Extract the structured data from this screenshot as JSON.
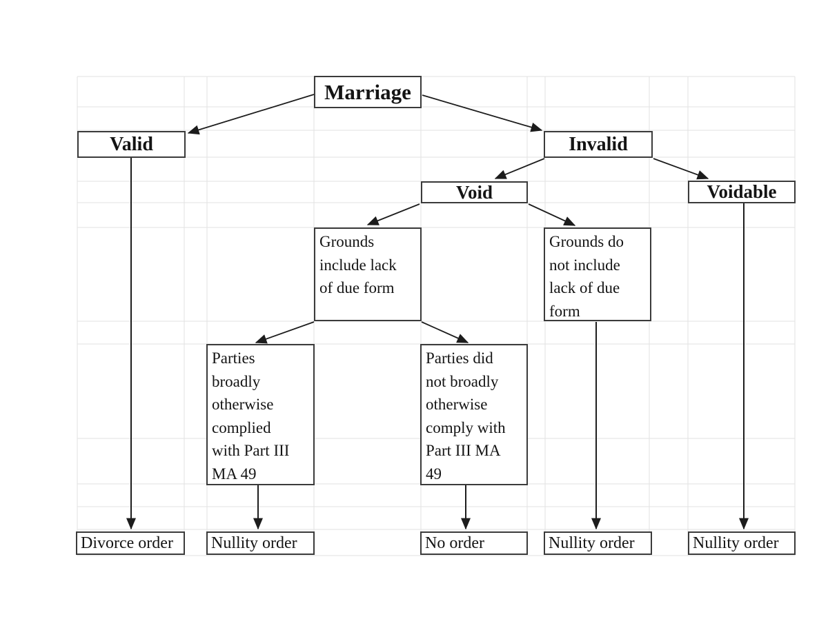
{
  "diagram": {
    "title": "Marriage validity flowchart",
    "nodes": {
      "marriage": {
        "label": "Marriage"
      },
      "valid": {
        "label": "Valid"
      },
      "invalid": {
        "label": "Invalid"
      },
      "void": {
        "label": "Void"
      },
      "voidable": {
        "label": "Voidable"
      },
      "grounds_include": {
        "label": "Grounds\ninclude lack\nof due form"
      },
      "grounds_not_include": {
        "label": "Grounds do\nnot include\nlack of due\nform"
      },
      "parties_complied": {
        "label": "Parties\nbroadly\notherwise\ncomplied\nwith Part III\nMA 49"
      },
      "parties_not_comply": {
        "label": "Parties did\nnot broadly\notherwise\ncomply with\nPart III MA\n49"
      },
      "divorce_order": {
        "label": "Divorce order"
      },
      "nullity_order_left": {
        "label": "Nullity order"
      },
      "no_order": {
        "label": "No order"
      },
      "nullity_order_mid": {
        "label": "Nullity order"
      },
      "nullity_order_right": {
        "label": "Nullity order"
      }
    },
    "edges": [
      {
        "from": "marriage",
        "to": "valid"
      },
      {
        "from": "marriage",
        "to": "invalid"
      },
      {
        "from": "invalid",
        "to": "void"
      },
      {
        "from": "invalid",
        "to": "voidable"
      },
      {
        "from": "void",
        "to": "grounds_include"
      },
      {
        "from": "void",
        "to": "grounds_not_include"
      },
      {
        "from": "grounds_include",
        "to": "parties_complied"
      },
      {
        "from": "grounds_include",
        "to": "parties_not_comply"
      },
      {
        "from": "valid",
        "to": "divorce_order"
      },
      {
        "from": "parties_complied",
        "to": "nullity_order_left"
      },
      {
        "from": "parties_not_comply",
        "to": "no_order"
      },
      {
        "from": "grounds_not_include",
        "to": "nullity_order_mid"
      },
      {
        "from": "voidable",
        "to": "nullity_order_right"
      }
    ],
    "colors": {
      "background": "#ffffff",
      "box_border": "#3a3a3a",
      "arrow": "#1c1c1c",
      "gridline": "#e2e2e2",
      "text": "#141414"
    }
  }
}
